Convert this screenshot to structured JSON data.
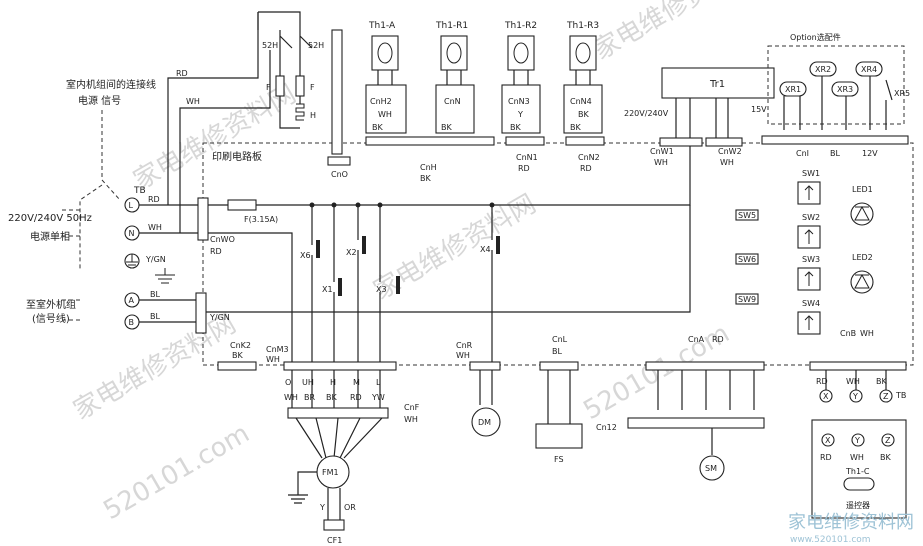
{
  "labels": {
    "connecting_wire": "室内机组间的连接线",
    "power_signal": "电源 信号",
    "supply": "220V/240V 50Hz",
    "single_phase": "电源单相",
    "to_outdoor": "至室外机组",
    "signal_line": "(信号线)",
    "tb": "TB",
    "pcb": "印刷电路板",
    "option": "Option选配件",
    "tr1": "Tr1",
    "tr_volt": "220V/240V",
    "v15": "15V",
    "v12": "12V",
    "bl": "BL",
    "rd": "RD",
    "wh": "WH",
    "bk": "BK",
    "y": "Y",
    "or": "OR",
    "gn": "Y/GN",
    "fuse": "F(3.15A)",
    "remote": "遥控器",
    "th1c": "Th1-C",
    "fm1": "FM1",
    "dm": "DM",
    "sm": "SM",
    "fs": "FS",
    "cf1": "CF1"
  },
  "terminals": {
    "L": "L",
    "N": "N",
    "A": "A",
    "B": "B",
    "X": "X",
    "Y": "Y",
    "Z": "Z"
  },
  "thermistors": [
    "Th1-A",
    "Th1-R1",
    "Th1-R2",
    "Th1-R3"
  ],
  "connectors": {
    "cnh2": "CnH2",
    "cnn": "CnN",
    "cnn3": "CnN3",
    "cnn4": "CnN4",
    "cnh": "CnH",
    "cnn1": "CnN1",
    "cnn2": "CnN2",
    "cno": "CnO",
    "cnw1": "CnW1",
    "cnw2": "CnW2",
    "cni": "CnI",
    "cnwo": "CnWO",
    "cnk2": "CnK2",
    "cnm3": "CnM3",
    "cnf": "CnF",
    "cnr": "CnR",
    "cnl": "CnL",
    "cna": "CnA",
    "cnb": "CnB",
    "cn12": "Cn12"
  },
  "relays": {
    "r52h": "52H",
    "f": "F",
    "h": "H"
  },
  "switch_relays": [
    "X6",
    "X1",
    "X2",
    "X3",
    "X4"
  ],
  "option_relays": [
    "XR1",
    "XR2",
    "XR3",
    "XR4",
    "XR5"
  ],
  "dip_switches": [
    "SW1",
    "SW2",
    "SW3",
    "SW4"
  ],
  "jumpers": [
    "SW5",
    "SW6",
    "SW9"
  ],
  "leds": [
    "LED1",
    "LED2"
  ],
  "fan_pins": [
    "O",
    "UH",
    "H",
    "M",
    "L"
  ],
  "fan_wires": [
    "WH",
    "BR",
    "BK",
    "RD",
    "YW"
  ],
  "watermark": {
    "site": "家电维修资料网",
    "url": "520101.com",
    "brand": "家电维修资料网",
    "brand_url": "www.520101.com"
  }
}
